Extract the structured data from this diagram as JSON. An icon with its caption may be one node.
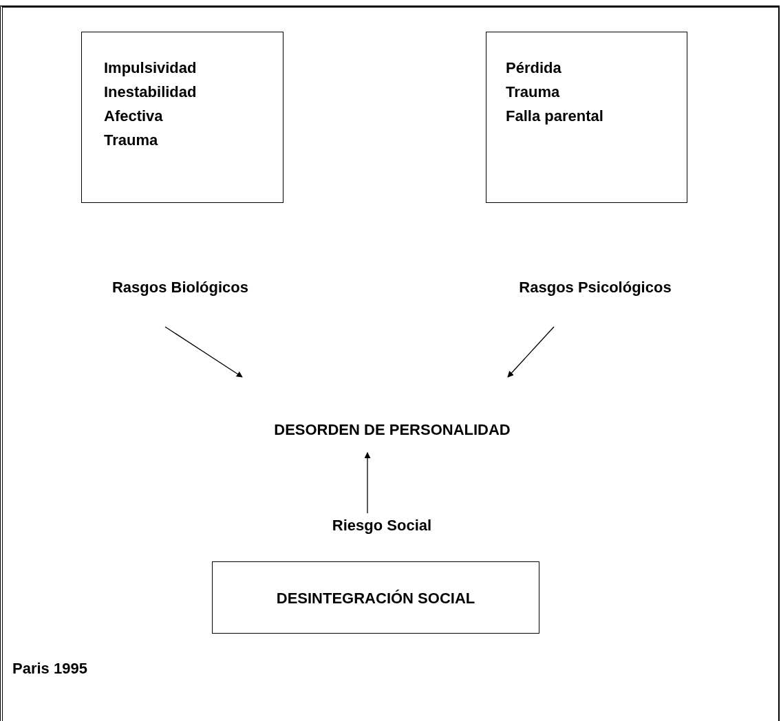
{
  "diagram": {
    "nodes": [
      {
        "text": [
          "Impulsividad",
          "Inestabilidad Afectiva",
          "Trauma"
        ]
      },
      {
        "text": [
          "Pérdida",
          "Trauma",
          "Falla parental"
        ]
      },
      {
        "text": [
          "Rasgos Biológicos"
        ]
      },
      {
        "text": [
          "Rasgos Psicológicos"
        ]
      },
      {
        "text": [
          "DESORDEN DE PERSONALIDAD"
        ]
      },
      {
        "text": [
          "Riesgo Social"
        ]
      },
      {
        "text": [
          "DESINTEGRACIÓN SOCIAL"
        ]
      }
    ],
    "edges": [
      {
        "from": 2,
        "to": 4,
        "arrow": "to"
      },
      {
        "from": 3,
        "to": 4,
        "arrow": "to"
      },
      {
        "from": 5,
        "to": 4,
        "arrow": "to"
      }
    ],
    "labels": [
      "Paris 1995"
    ]
  }
}
